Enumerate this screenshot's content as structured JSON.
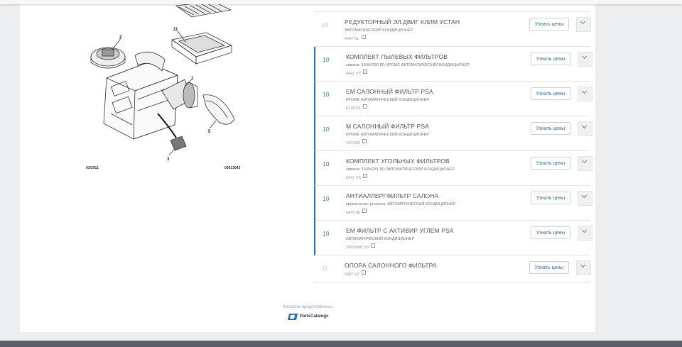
{
  "diagram": {
    "date_code": "03/2011",
    "ref_code": "00013043",
    "callouts": [
      "11",
      "2",
      "1",
      "5",
      "3"
    ]
  },
  "parts": [
    {
      "num": "03",
      "title": "РЕДУКТОРНЫЙ ЭЛ.ДВИГ КЛИМ УСТАН",
      "desc": "АВТОМАТИЧЕСКИЙ КОНДИЦИОНЕР",
      "code": "6447 NL",
      "highlighted": false
    },
    {
      "num": "10",
      "title": "КОМПЛЕКТ ПЫЛЕВЫХ ФИЛЬТРОВ",
      "desc": "замена: 16094280 80; КРОМЕ АВТОМАТИЧЕСКИЙ КОНДИЦИОНЕР",
      "code": "6447 VY",
      "highlighted": true
    },
    {
      "num": "10",
      "title": "ЕМ САЛОННЫЙ ФИЛЬТР PSA",
      "desc": "КРОМЕ АВТОМАТИЧЕСКИЙ КОНДИЦИОНЕР",
      "code": "E146111",
      "highlighted": true
    },
    {
      "num": "10",
      "title": "М САЛОННЫЙ ФИЛЬТР PSA",
      "desc": "КРОМЕ АВТОМАТИЧЕСКИЙ КОНДИЦИОНЕР",
      "code": "VCF330",
      "highlighted": true
    },
    {
      "num": "10",
      "title": "КОМПЛЕКТ УГОЛЬНЫХ ФИЛЬТРОВ",
      "desc": "замена: 16094281 80; АВТОМАТИЧЕСКИЙ КОНДИЦИОНЕР",
      "code": "6447 VX",
      "highlighted": true
    },
    {
      "num": "10",
      "title": "АНТИАЛЛЕРГФИЛЬТР САЛОНА",
      "desc": "примечание: premium; АВТОМАТИЧЕСКИЙ КОНДИЦИОНЕР",
      "code": "6479 90",
      "highlighted": true
    },
    {
      "num": "10",
      "title": "ЕМ ФИЛЬТР С АКТИВИР УГЛЕМ PSA",
      "desc": "АВТОМАТИЧЕСКИЙ КОНДИЦИОНЕР",
      "code": "16099987 80",
      "highlighted": true
    },
    {
      "num": "11",
      "title": "ОПОРА САЛОННОГО ФИЛЬТРА",
      "desc": "",
      "code": "6447 VZ",
      "highlighted": false
    }
  ],
  "price_button_label": "Узнать цены",
  "footer": {
    "credits": "Каталоги предоставлены",
    "brand": "PartsCatalogs"
  },
  "colors": {
    "accent": "#2f6fb0",
    "background": "#eceef0",
    "panel": "#ffffff"
  }
}
